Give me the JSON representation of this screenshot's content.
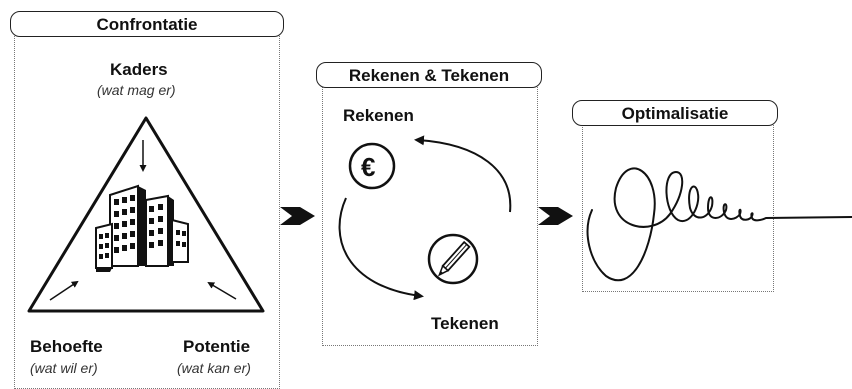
{
  "panels": {
    "confrontatie": {
      "title": "Confrontatie",
      "top": {
        "label": "Kaders",
        "sub": "(wat mag er)"
      },
      "left": {
        "label": "Behoefte",
        "sub": "(wat wil er)"
      },
      "right": {
        "label": "Potentie",
        "sub": "(wat kan er)"
      }
    },
    "rekenen_tekenen": {
      "title": "Rekenen & Tekenen",
      "top_label": "Rekenen",
      "bottom_label": "Tekenen",
      "symbol": "€"
    },
    "optimalisatie": {
      "title": "Optimalisatie"
    }
  },
  "icons": [
    "building-icon",
    "euro-icon",
    "pencil-icon",
    "spiral-icon",
    "arrow-right-icon"
  ]
}
